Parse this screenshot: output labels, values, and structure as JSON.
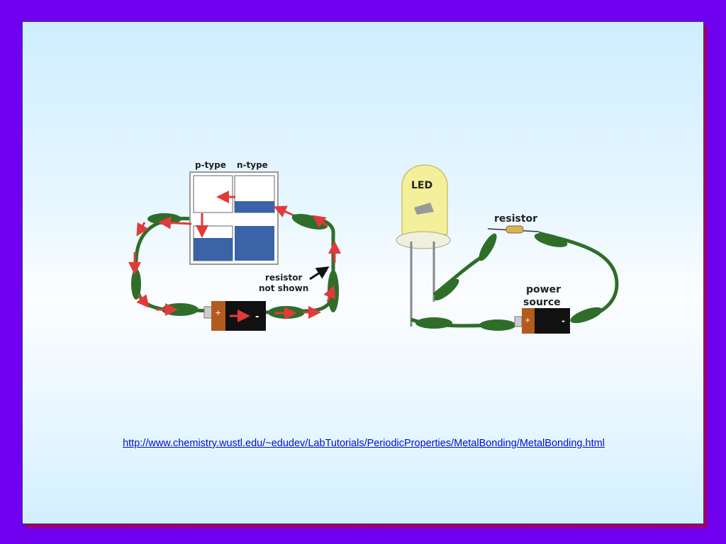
{
  "left_diagram": {
    "label_p": "p-type",
    "label_n": "n-type",
    "note_line1": "resistor",
    "note_line2": "not shown",
    "battery_plus": "+",
    "battery_minus": "-"
  },
  "right_diagram": {
    "led_label": "LED",
    "resistor_label": "resistor",
    "power_line1": "power",
    "power_line2": "source",
    "battery_plus": "+",
    "battery_minus": "-"
  },
  "source_url": "http://www.chemistry.wustl.edu/~edudev/LabTutorials/PeriodicProperties/MetalBonding/MetalBonding.html",
  "colors": {
    "frame": "#7000f0",
    "shadow": "#9a007a",
    "wire": "#2e6e2a",
    "arrow": "#e23a3a",
    "band": "#3a63a8",
    "led": "#f3ef9a",
    "link": "#000fd0"
  }
}
